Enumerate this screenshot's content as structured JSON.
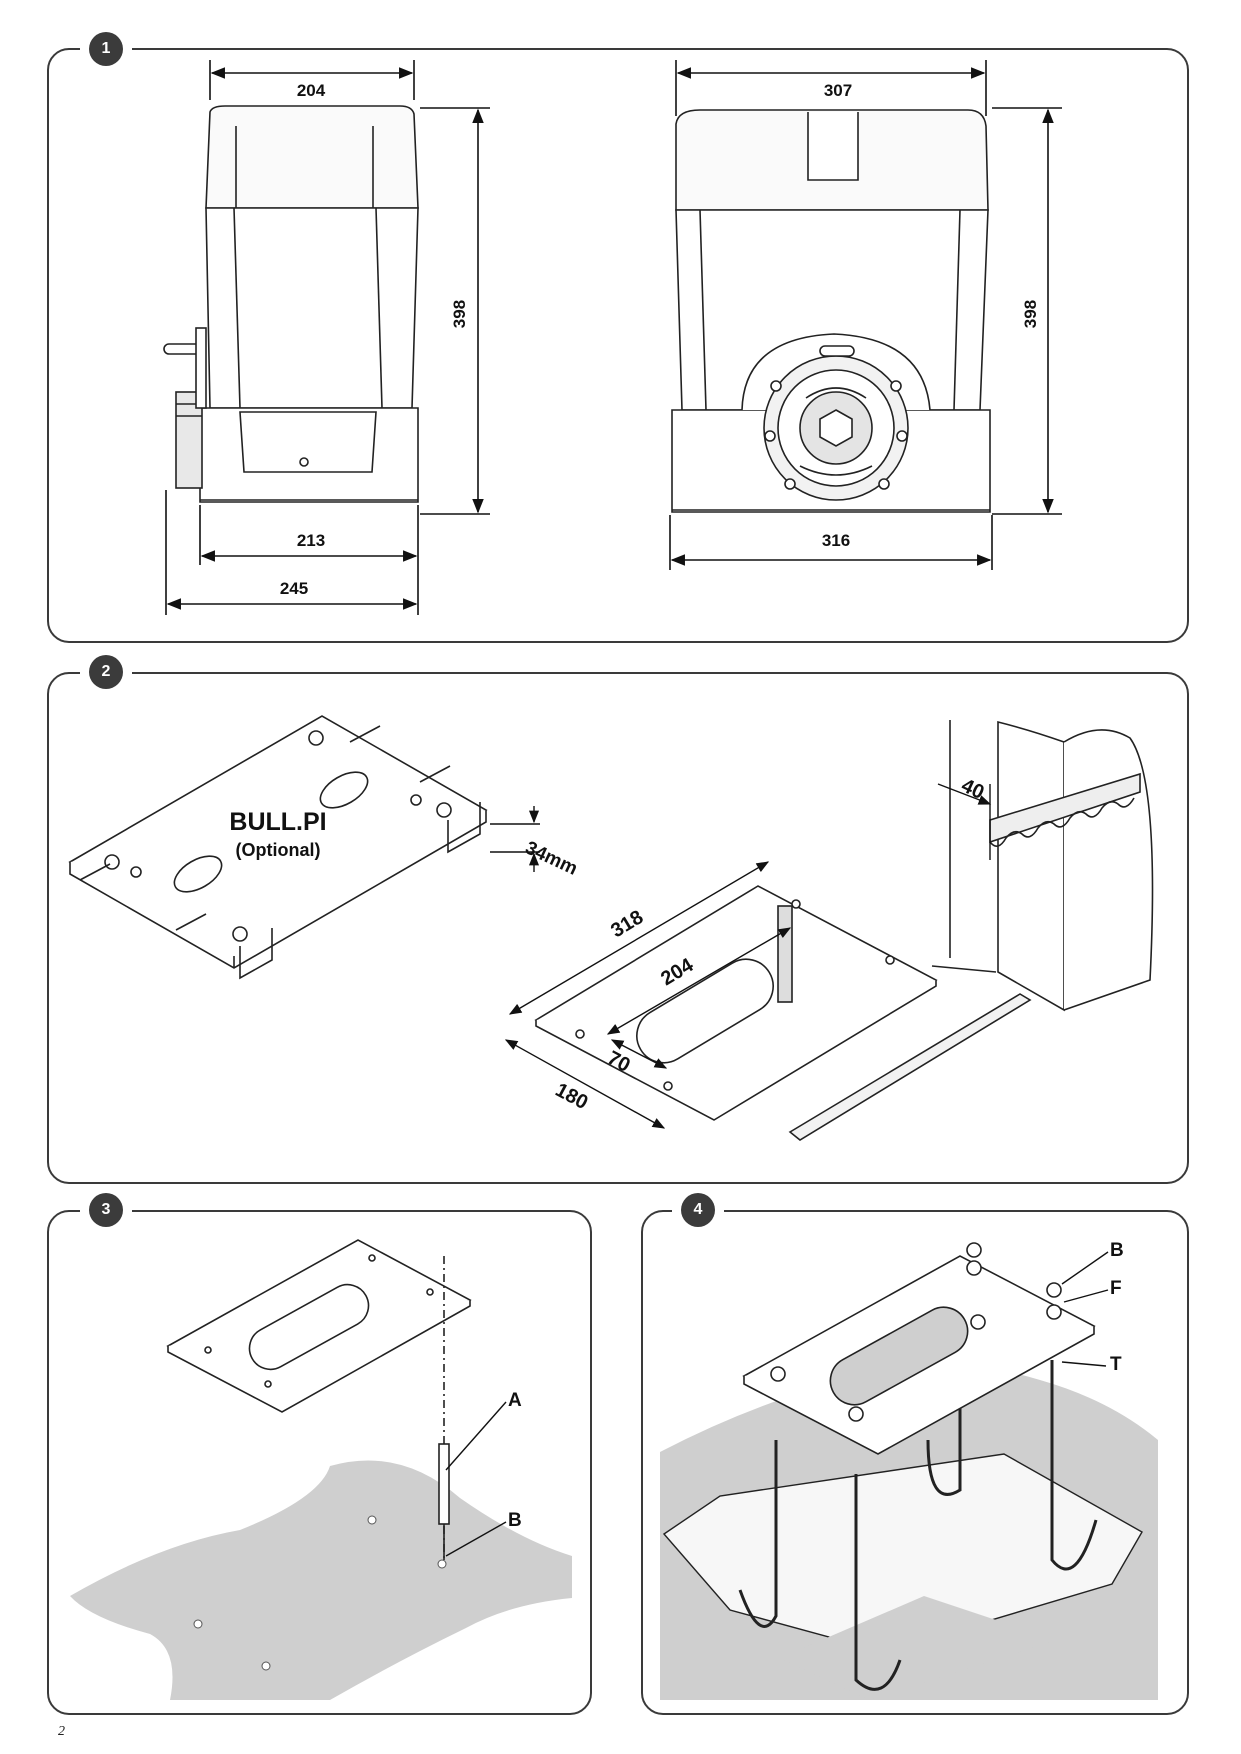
{
  "panels": {
    "p1": {
      "number": "1",
      "dims": {
        "top_left_width": "204",
        "front_height": "398",
        "base_width": "213",
        "overall_width": "245",
        "top_right_width": "307",
        "side_height": "398",
        "side_base_width": "316"
      }
    },
    "p2": {
      "number": "2",
      "plate_name": "BULL.PI",
      "plate_note": "(Optional)",
      "plate_height": "34mm",
      "rack_offset": "40",
      "plate_length": "318",
      "slot_length": "204",
      "slot_width": "70",
      "plate_width": "180"
    },
    "p3": {
      "number": "3",
      "label_a": "A",
      "label_b": "B"
    },
    "p4": {
      "number": "4",
      "label_b": "B",
      "label_f": "F",
      "label_t": "T"
    }
  },
  "page_number": "2",
  "colors": {
    "frame": "#3a3a3a",
    "ground": "#cfcfcf",
    "outline": "#222222"
  }
}
